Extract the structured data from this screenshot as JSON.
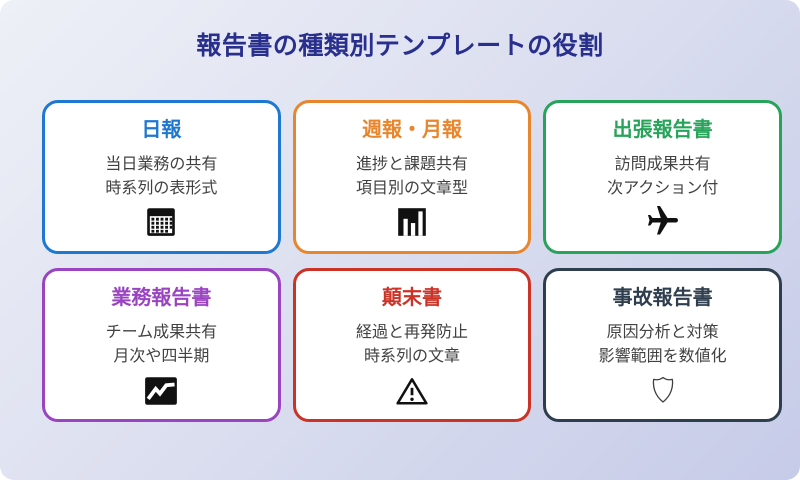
{
  "page": {
    "title": "報告書の種類別テンプレートの役割"
  },
  "colors": {
    "heading": "#292f8c",
    "canvas_gradient_start": "#eef0f7",
    "canvas_gradient_end": "#c6cbe8",
    "card_background": "#ffffff",
    "description_text": "#414141",
    "icon_black": "#111111"
  },
  "cards": [
    {
      "title": "日報",
      "line1": "当日業務の共有",
      "line2": "時系列の表形式",
      "accent": "#1e78d2",
      "icon": "calendar-icon"
    },
    {
      "title": "週報・月報",
      "line1": "進捗と課題共有",
      "line2": "項目別の文章型",
      "accent": "#e8862e",
      "icon": "bar-chart-icon"
    },
    {
      "title": "出張報告書",
      "line1": "訪問成果共有",
      "line2": "次アクション付",
      "accent": "#27a35a",
      "icon": "airplane-icon"
    },
    {
      "title": "業務報告書",
      "line1": "チーム成果共有",
      "line2": "月次や四半期",
      "accent": "#9a44c2",
      "icon": "trend-chart-icon"
    },
    {
      "title": "顛末書",
      "line1": "経過と再発防止",
      "line2": "時系列の文章",
      "accent": "#cc3327",
      "icon": "warning-icon"
    },
    {
      "title": "事故報告書",
      "line1": "原因分析と対策",
      "line2": "影響範囲を数値化",
      "accent": "#2f3e4f",
      "icon": "shield-icon"
    }
  ]
}
